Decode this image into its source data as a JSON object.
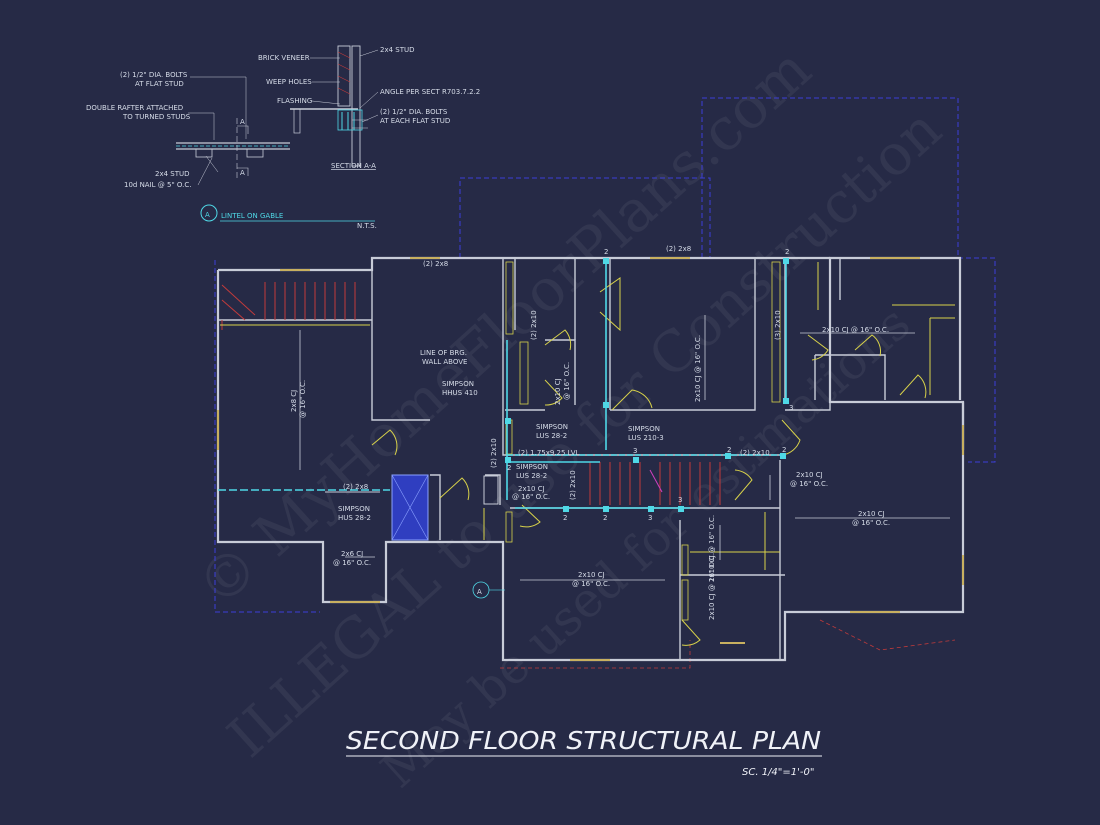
{
  "title": "SECOND FLOOR STRUCTURAL PLAN",
  "scale": "SC. 1/4\"=1'-0\"",
  "watermark": {
    "line1": "© MyHomeFloorPlans.com",
    "line2": "ILLEGAL to use for Construction",
    "line3": "May be used for estimations"
  },
  "detail": {
    "tag": "A",
    "title": "LINTEL ON GABLE",
    "nts": "N.T.S.",
    "section_label": "SECTION A-A",
    "notes": {
      "bolts_flat_1": "(2) 1/2\" DIA. BOLTS",
      "bolts_flat_2": "AT FLAT STUD",
      "double_rafter_1": "DOUBLE RAFTER ATTACHED",
      "double_rafter_2": "TO TURNED STUDS",
      "stud_2x4": "2x4 STUD",
      "nail": "10d NAIL @ 5\" O.C.",
      "brick": "BRICK VENEER",
      "weep": "WEEP HOLES",
      "flashing": "FLASHING",
      "stud_2x4_top": "2x4 STUD",
      "angle": "ANGLE PER SECT R703.7.2.2",
      "bolts_each_1": "(2) 1/2\" DIA. BOLTS",
      "bolts_each_2": "AT EACH FLAT STUD",
      "sec_a1": "A",
      "sec_a2": "A"
    }
  },
  "plan_labels": {
    "hdr_2x8_a": "(2) 2x8",
    "hdr_2x8_b": "(2) 2x8",
    "hdr_2x8_c": "(2) 2x8",
    "hdr_2x10": "(2) 2x10",
    "cj_2x8": "2x8 CJ",
    "cj_2x8_oc": "@ 16\" O.C.",
    "line_brg_1": "LINE OF BRG.",
    "line_brg_2": "WALL ABOVE",
    "simpson_hhus_1": "SIMPSON",
    "simpson_hhus_2": "HHUS 410",
    "simpson_lus_1": "SIMPSON",
    "simpson_lus_2": "LUS 28-2",
    "simpson_lus210_1": "SIMPSON",
    "simpson_lus210_2": "LUS 210-3",
    "simpson_lus2_1": "SIMPSON",
    "simpson_lus2_2": "LUS 28-2",
    "simpson_hus_1": "SIMPSON",
    "simpson_hus_2": "HUS 28-2",
    "lvl": "(2) 1.75x9.25 LVL",
    "cj_2x6": "2x6 CJ",
    "cj_2x6_oc": "@ 16\" O.C.",
    "cj_2x10_a": "2x10 CJ",
    "cj_2x10_a_oc": "@ 16\" O.C.",
    "cj_2x10_b": "2x10 CJ",
    "cj_2x10_b_oc": "@ 16\" O.C.",
    "cj_2x10_c": "2x10 CJ @ 16\" O.C.",
    "cj_2x10_d": "2x10 CJ @ 16\" O.C.",
    "cj_2x10_e": "2x10 CJ",
    "cj_2x10_e_oc": "@ 16\" O.C.",
    "cj_2x10_f": "2x10 CJ",
    "cj_2x10_f_oc": "@ 16\" O.C.",
    "cj_2x10_g": "2x10 CJ",
    "cj_2x10_g_oc": "@ 16\" O.C.",
    "cj_2x10_h": "2x10 CJ @ 16\" O.C.",
    "cj_2x10_i": "2x10 CJ @ 16\" O.C.",
    "hdr_3x10": "(3) 2x10",
    "hdr_2x10_v": "(2) 2x10",
    "hdr_2x10_v2": "(2) 2x10",
    "hdr_2x10_v3": "(2) 2x10",
    "section_tag": "A",
    "n2a": "2",
    "n2b": "2",
    "n2c": "2",
    "n2d": "2",
    "n2e": "2",
    "n2f": "2",
    "n2g": "2",
    "n3a": "3",
    "n3b": "3",
    "n3c": "3",
    "n3d": "3"
  },
  "colors": {
    "background": "#262a46",
    "walls": "#c8ccd8",
    "cyan": "#4fd8e6",
    "yellow": "#d8d24a",
    "red": "#c23b3b",
    "blue_dash": "#3c3fd8"
  }
}
